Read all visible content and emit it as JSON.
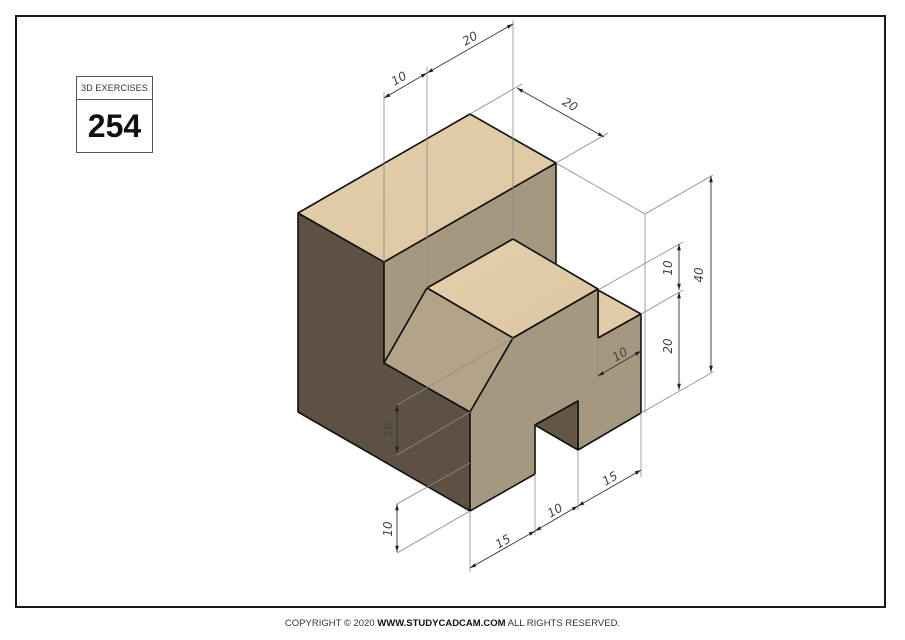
{
  "badge": {
    "title": "3D EXERCISES",
    "number": "254"
  },
  "footer": {
    "prefix": "COPYRIGHT © 2020 ",
    "site": "WWW.STUDYCADCAM.COM",
    "suffix": " ALL RIGHTS RESERVED."
  },
  "colors": {
    "top_face": "#e0cba8",
    "front_face": "#a69880",
    "chamfer_face": "#b3a489",
    "left_face": "#5c5142",
    "slot_inner": "#625746",
    "edge": "#111111",
    "dim_line": "#8a8a8a"
  },
  "dimensions": {
    "top_width_10": "10",
    "top_width_20": "20",
    "top_depth_20": "20",
    "right_height_40": "40",
    "right_step_10": "10",
    "right_mid_20": "20",
    "step_depth_10": "10",
    "left_height_10_upper": "10",
    "left_height_10_lower": "10",
    "bottom_15_left": "15",
    "bottom_10_slot": "10",
    "bottom_15_right": "15"
  }
}
